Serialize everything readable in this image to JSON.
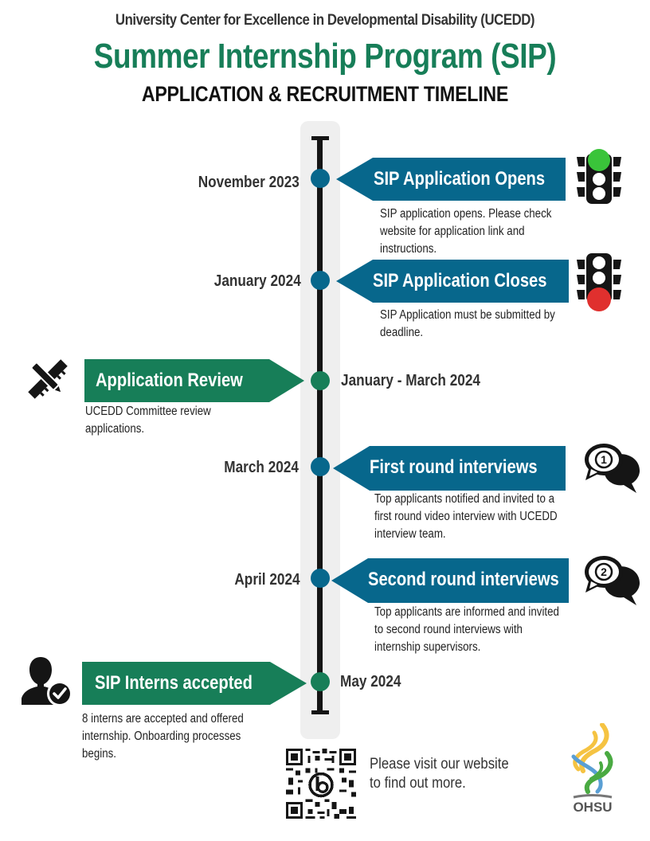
{
  "header": {
    "org_name": "University Center for Excellence in Developmental Disability (UCEDD)",
    "program_title": "Summer Internship Program (SIP)",
    "subtitle": "APPLICATION & RECRUITMENT TIMELINE"
  },
  "colors": {
    "blue": "#07678c",
    "green": "#177e58",
    "track_bg": "#efefef",
    "track_line": "#151515"
  },
  "timeline": [
    {
      "date": "November 2023",
      "title": "SIP Application Opens",
      "description": "SIP application opens. Please check website for application link and instructions.",
      "side": "right",
      "color": "blue",
      "icon": "traffic-light-green-icon"
    },
    {
      "date": "January 2024",
      "title": "SIP Application Closes",
      "description": "SIP Application must be submitted by deadline.",
      "side": "right",
      "color": "blue",
      "icon": "traffic-light-red-icon"
    },
    {
      "date": "January - March 2024",
      "title": "Application Review",
      "description": "UCEDD Committee review applications.",
      "side": "left",
      "color": "green",
      "icon": "pencil-ruler-icon"
    },
    {
      "date": "March 2024",
      "title": "First round interviews",
      "description": "Top applicants notified and invited to a first round video interview with UCEDD interview team.",
      "side": "right",
      "color": "blue",
      "icon": "chat-bubbles-1-icon",
      "icon_label": "1"
    },
    {
      "date": "April 2024",
      "title": "Second round interviews",
      "description": "Top applicants are informed and invited to second round interviews with internship supervisors.",
      "side": "right",
      "color": "blue",
      "icon": "chat-bubbles-2-icon",
      "icon_label": "2"
    },
    {
      "date": "May 2024",
      "title": "SIP Interns accepted",
      "description": "8 interns are accepted and offered internship. Onboarding processes begins.",
      "side": "left",
      "color": "green",
      "icon": "user-check-icon"
    }
  ],
  "footer": {
    "visit_text": "Please visit our website to find out more.",
    "qr_icon": "qr-code-icon",
    "logo_text": "OHSU"
  }
}
